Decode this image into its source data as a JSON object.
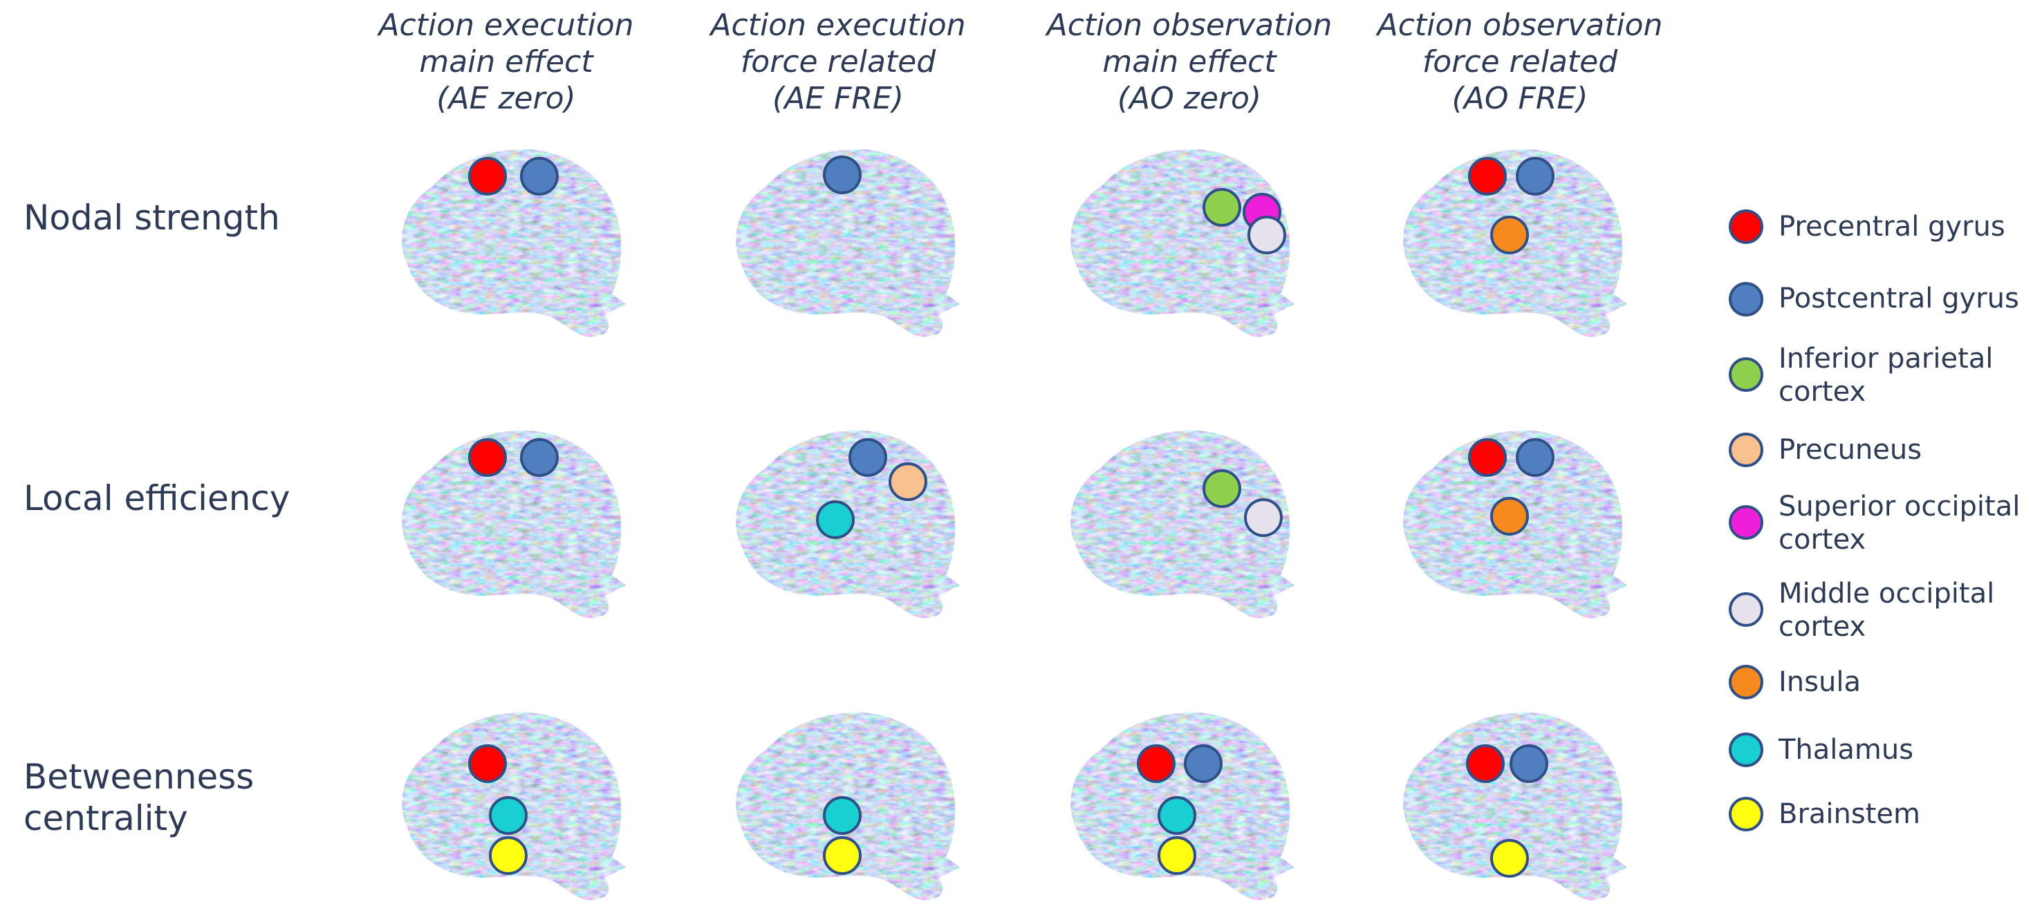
{
  "columns": [
    {
      "line1": "Action execution",
      "line2": "main effect",
      "line3": "(AE zero)"
    },
    {
      "line1": "Action execution",
      "line2": "force related",
      "line3": "(AE FRE)"
    },
    {
      "line1": "Action observation",
      "line2": "main effect",
      "line3": "(AO zero)"
    },
    {
      "line1": "Action observation",
      "line2": "force related",
      "line3": "(AO FRE)"
    }
  ],
  "rows": [
    {
      "line1": "Nodal strength",
      "line2": ""
    },
    {
      "line1": "Local efficiency",
      "line2": ""
    },
    {
      "line1": "Betweenness",
      "line2": "centrality"
    }
  ],
  "regions": [
    {
      "key": "precentral",
      "line1": "Precentral gyrus",
      "line2": "",
      "color": "#ff0000"
    },
    {
      "key": "postcentral",
      "line1": "Postcentral gyrus",
      "line2": "",
      "color": "#4f7fbf"
    },
    {
      "key": "inferior_parietal",
      "line1": "Inferior parietal",
      "line2": "cortex",
      "color": "#8fd14f"
    },
    {
      "key": "precuneus",
      "line1": "Precuneus",
      "line2": "",
      "color": "#f7c08e"
    },
    {
      "key": "superior_occipital",
      "line1": "Superior occipital",
      "line2": "cortex",
      "color": "#ee1fd8"
    },
    {
      "key": "middle_occipital",
      "line1": "Middle occipital",
      "line2": "cortex",
      "color": "#e6e2ec"
    },
    {
      "key": "insula",
      "line1": "Insula",
      "line2": "",
      "color": "#f68a1e"
    },
    {
      "key": "thalamus",
      "line1": "Thalamus",
      "line2": "",
      "color": "#19d0d0"
    },
    {
      "key": "brainstem",
      "line1": "Brainstem",
      "line2": "",
      "color": "#ffff10"
    }
  ],
  "grid": [
    [
      [
        "precentral",
        "postcentral"
      ],
      [
        "postcentral"
      ],
      [
        "inferior_parietal",
        "superior_occipital",
        "middle_occipital"
      ],
      [
        "precentral",
        "postcentral",
        "insula"
      ]
    ],
    [
      [
        "precentral",
        "postcentral"
      ],
      [
        "postcentral",
        "precuneus",
        "thalamus"
      ],
      [
        "inferior_parietal",
        "middle_occipital"
      ],
      [
        "precentral",
        "postcentral",
        "insula"
      ]
    ],
    [
      [
        "precentral",
        "thalamus",
        "brainstem"
      ],
      [
        "thalamus",
        "brainstem"
      ],
      [
        "precentral",
        "postcentral",
        "thalamus",
        "brainstem"
      ],
      [
        "precentral",
        "postcentral",
        "brainstem"
      ]
    ]
  ],
  "node_border_color": "#2f4f86"
}
